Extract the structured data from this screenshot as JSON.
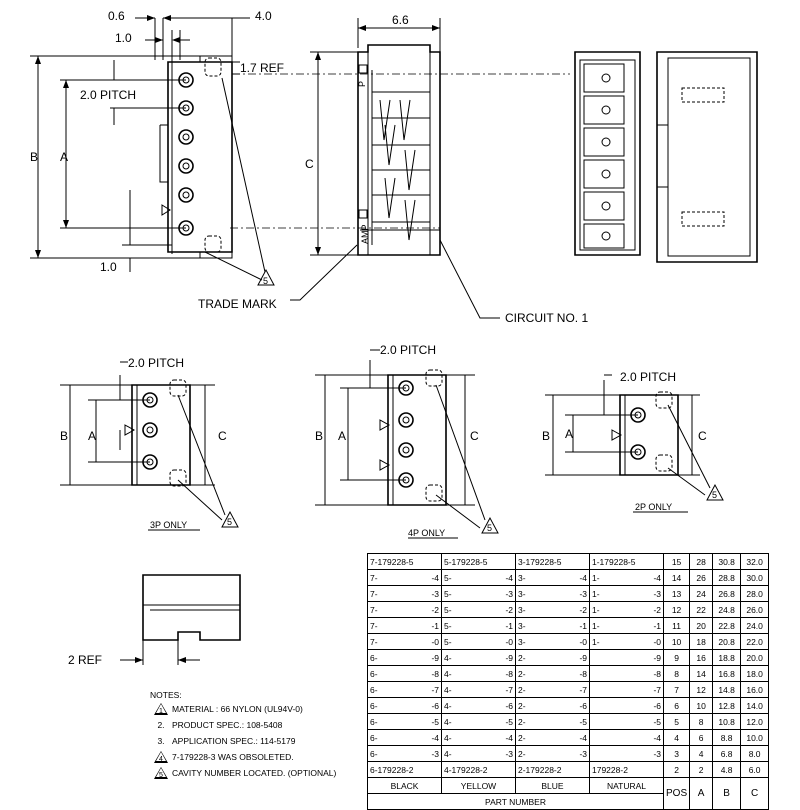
{
  "dims": {
    "d06": "0.6",
    "d40": "4.0",
    "d10a": "1.0",
    "d17": "1.7 REF",
    "pitch": "2.0 PITCH",
    "B": "B",
    "A": "A",
    "C": "C",
    "d10b": "1.0",
    "d66": "6.6",
    "d2ref": "2 REF"
  },
  "labels": {
    "trade_mark": "TRADE MARK",
    "circuit_no": "CIRCUIT NO. 1",
    "p3_only": "3P ONLY",
    "p4_only": "4P ONLY",
    "p2_only": "2P ONLY",
    "amp_mark": "AMP",
    "p_mark": "P",
    "flag_5": "5"
  },
  "notes": {
    "title": "NOTES:",
    "items": [
      {
        "num": "1",
        "flag": true,
        "text": "MATERIAL : 66 NYLON (UL94V-0)"
      },
      {
        "num": "2.",
        "flag": false,
        "text": "PRODUCT SPEC.: 108-5408"
      },
      {
        "num": "3.",
        "flag": false,
        "text": "APPLICATION SPEC.: 114-5179"
      },
      {
        "num": "4",
        "flag": true,
        "text": "7-179228-3 WAS OBSOLETED."
      },
      {
        "num": "5",
        "flag": true,
        "text": "CAVITY NUMBER LOCATED. (OPTIONAL)"
      }
    ]
  },
  "table": {
    "top": [
      "7-179228-5",
      "5-179228-5",
      "3-179228-5",
      "1-179228-5"
    ],
    "rows": [
      [
        [
          "7-",
          "-4"
        ],
        [
          "5-",
          "-4"
        ],
        [
          "3-",
          "-4"
        ],
        [
          "1-",
          "-4"
        ],
        "14",
        "26",
        "28.8",
        "30.0"
      ],
      [
        [
          "7-",
          "-3"
        ],
        [
          "5-",
          "-3"
        ],
        [
          "3-",
          "-3"
        ],
        [
          "1-",
          "-3"
        ],
        "13",
        "24",
        "26.8",
        "28.0"
      ],
      [
        [
          "7-",
          "-2"
        ],
        [
          "5-",
          "-2"
        ],
        [
          "3-",
          "-2"
        ],
        [
          "1-",
          "-2"
        ],
        "12",
        "22",
        "24.8",
        "26.0"
      ],
      [
        [
          "7-",
          "-1"
        ],
        [
          "5-",
          "-1"
        ],
        [
          "3-",
          "-1"
        ],
        [
          "1-",
          "-1"
        ],
        "11",
        "20",
        "22.8",
        "24.0"
      ],
      [
        [
          "7-",
          "-0"
        ],
        [
          "5-",
          "-0"
        ],
        [
          "3-",
          "-0"
        ],
        [
          "1-",
          "-0"
        ],
        "10",
        "18",
        "20.8",
        "22.0"
      ],
      [
        [
          "6-",
          "-9"
        ],
        [
          "4-",
          "-9"
        ],
        [
          "2-",
          "-9"
        ],
        [
          "",
          "-9"
        ],
        "9",
        "16",
        "18.8",
        "20.0"
      ],
      [
        [
          "6-",
          "-8"
        ],
        [
          "4-",
          "-8"
        ],
        [
          "2-",
          "-8"
        ],
        [
          "",
          "-8"
        ],
        "8",
        "14",
        "16.8",
        "18.0"
      ],
      [
        [
          "6-",
          "-7"
        ],
        [
          "4-",
          "-7"
        ],
        [
          "2-",
          "-7"
        ],
        [
          "",
          "-7"
        ],
        "7",
        "12",
        "14.8",
        "16.0"
      ],
      [
        [
          "6-",
          "-6"
        ],
        [
          "4-",
          "-6"
        ],
        [
          "2-",
          "-6"
        ],
        [
          "",
          "-6"
        ],
        "6",
        "10",
        "12.8",
        "14.0"
      ],
      [
        [
          "6-",
          "-5"
        ],
        [
          "4-",
          "-5"
        ],
        [
          "2-",
          "-5"
        ],
        [
          "",
          "-5"
        ],
        "5",
        "8",
        "10.8",
        "12.0"
      ],
      [
        [
          "6-",
          "-4"
        ],
        [
          "4-",
          "-4"
        ],
        [
          "2-",
          "-4"
        ],
        [
          "",
          "-4"
        ],
        "4",
        "6",
        "8.8",
        "10.0"
      ],
      [
        [
          "6-",
          "-3"
        ],
        [
          "4-",
          "-3"
        ],
        [
          "2-",
          "-3"
        ],
        [
          "",
          "-3"
        ],
        "3",
        "4",
        "6.8",
        "8.0"
      ]
    ],
    "top_right": [
      "15",
      "28",
      "30.8",
      "32.0"
    ],
    "bottom": [
      "6-179228-2",
      "4-179228-2",
      "2-179228-2",
      "179228-2"
    ],
    "bottom_right": [
      "2",
      "2",
      "4.8",
      "6.0"
    ],
    "colors": [
      "BLACK",
      "YELLOW",
      "BLUE",
      "NATURAL"
    ],
    "part_number": "PART NUMBER",
    "hdr": [
      "POS",
      "A",
      "B",
      "C"
    ]
  }
}
